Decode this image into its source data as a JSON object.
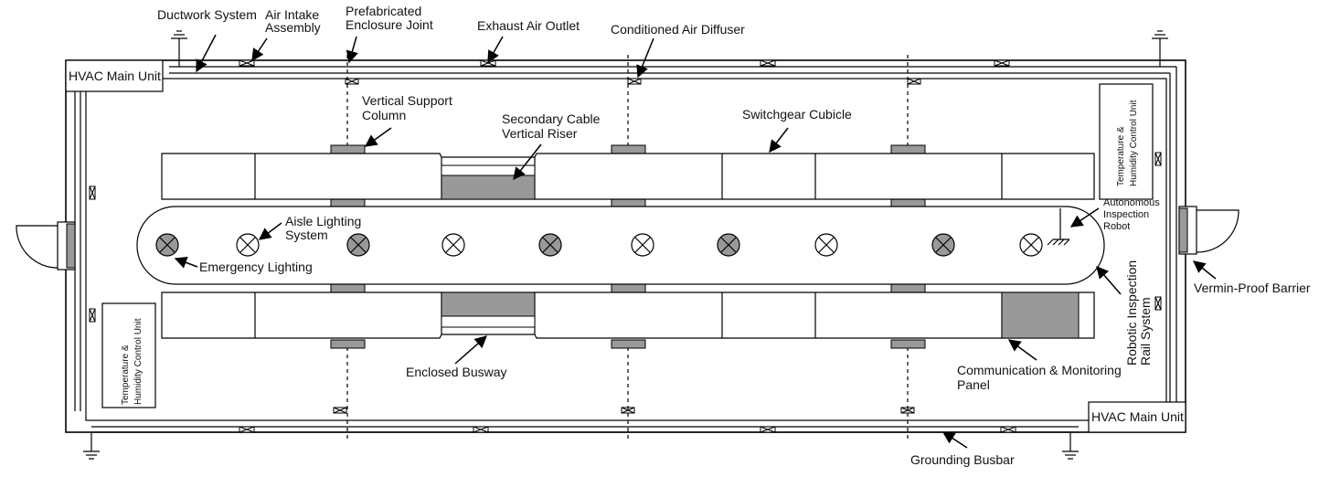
{
  "labels": {
    "ductwork": "Ductwork System",
    "air_intake_1": "Air Intake",
    "air_intake_2": "Assembly",
    "prefab_1": "Prefabricated",
    "prefab_2": "Enclosure Joint",
    "exhaust": "Exhaust Air Outlet",
    "diffuser": "Conditioned Air Diffuser",
    "hvac_top": "HVAC Main Unit",
    "hvac_bottom": "HVAC Main Unit",
    "column_1": "Vertical Support",
    "column_2": "Column",
    "riser_1": "Secondary Cable",
    "riser_2": "Vertical Riser",
    "switchgear": "Switchgear Cubicle",
    "thc_right_1": "Temperature &",
    "thc_right_2": "Humidity Control Unit",
    "thc_left_1": "Temperature &",
    "thc_left_2": "Humidity Control Unit",
    "robot_1": "Autonomous",
    "robot_2": "Inspection",
    "robot_3": "Robot",
    "aisle_1": "Aisle Lighting",
    "aisle_2": "System",
    "emergency": "Emergency Lighting",
    "vermin": "Vermin-Proof Barrier",
    "rail_1": "Robotic Inspection",
    "rail_2": "Rail System",
    "busway": "Enclosed Busway",
    "comm_1": "Communication & Monitoring",
    "comm_2": "Panel",
    "grounding": "Grounding Busbar"
  }
}
